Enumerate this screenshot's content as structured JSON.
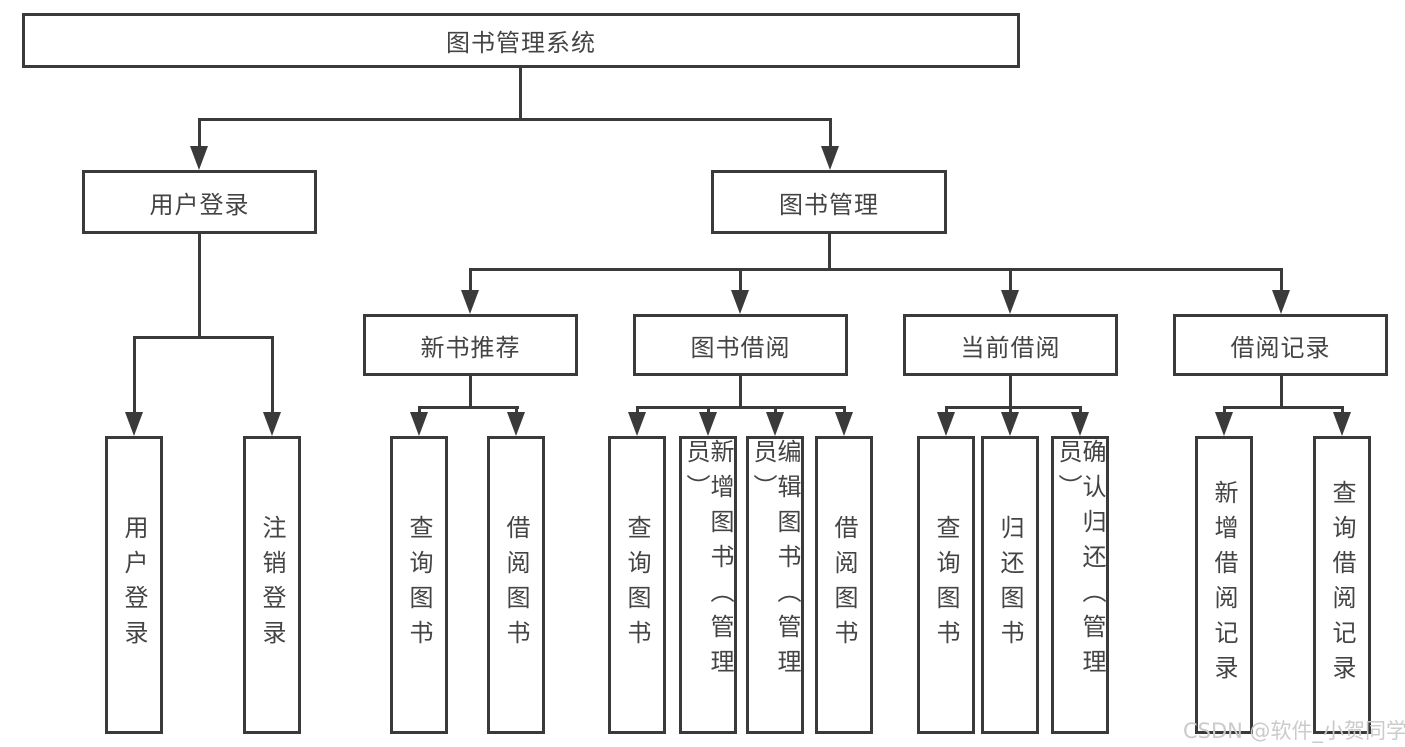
{
  "colors": {
    "line": "#3a3a3a",
    "text": "#444444",
    "watermark": "#cbcbcb",
    "background": "#ffffff"
  },
  "watermark": {
    "text": "CSDN @软件_小贺同学"
  },
  "tree": {
    "type": "org-tree",
    "root": {
      "label": "图书管理系统"
    },
    "branches": [
      {
        "label": "用户登录",
        "leaves": [
          {
            "label": "用户登录"
          },
          {
            "label": "注销登录"
          }
        ]
      },
      {
        "label": "图书管理",
        "groups": [
          {
            "label": "新书推荐",
            "leaves": [
              {
                "label": "查询图书"
              },
              {
                "label": "借阅图书"
              }
            ]
          },
          {
            "label": "图书借阅",
            "leaves": [
              {
                "label": "查询图书"
              },
              {
                "label": "新增图书（管理员）"
              },
              {
                "label": "编辑图书（管理员）"
              },
              {
                "label": "借阅图书"
              }
            ]
          },
          {
            "label": "当前借阅",
            "leaves": [
              {
                "label": "查询图书"
              },
              {
                "label": "归还图书"
              },
              {
                "label": "确认归还（管理员）"
              }
            ]
          },
          {
            "label": "借阅记录",
            "leaves": [
              {
                "label": "新增借阅记录"
              },
              {
                "label": "查询借阅记录"
              }
            ]
          }
        ]
      }
    ]
  }
}
